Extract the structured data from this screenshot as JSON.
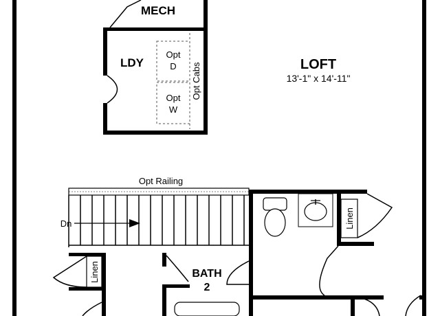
{
  "rooms": {
    "mech": "MECH",
    "ldy": "LDY",
    "opt_d": [
      "Opt",
      "D"
    ],
    "opt_w": [
      "Opt",
      "W"
    ],
    "opt_cabs": "Opt Cabs",
    "loft_name": "LOFT",
    "loft_dims": "13'-1\" x 14'-11\"",
    "opt_railing": "Opt Railing",
    "dn": "Dn",
    "linen_left": "Linen",
    "linen_right": "Linen",
    "bath_name": "BATH",
    "bath_number": "2"
  }
}
